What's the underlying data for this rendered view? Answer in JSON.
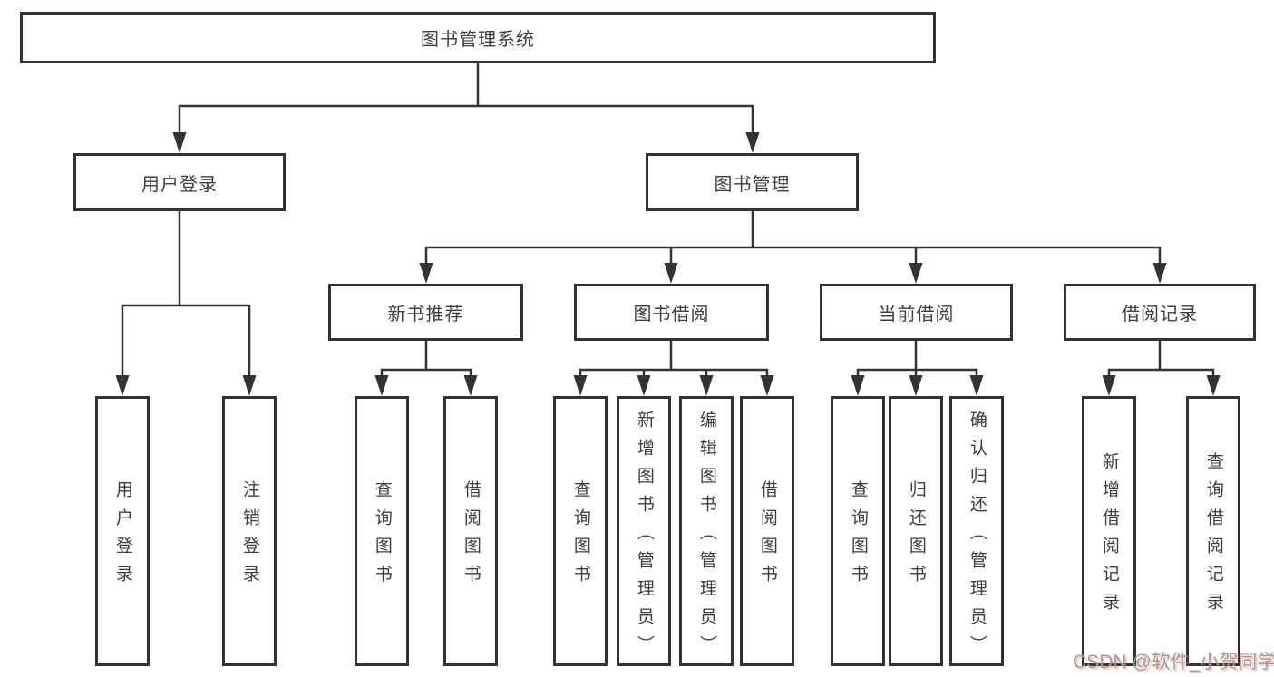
{
  "diagram_type": "hierarchy-tree",
  "tree": {
    "root": {
      "label": "图书管理系统",
      "children": [
        {
          "label": "用户登录",
          "children": [
            {
              "label": "用户登录"
            },
            {
              "label": "注销登录"
            }
          ]
        },
        {
          "label": "图书管理",
          "children": [
            {
              "label": "新书推荐",
              "children": [
                {
                  "label": "查询图书"
                },
                {
                  "label": "借阅图书"
                }
              ]
            },
            {
              "label": "图书借阅",
              "children": [
                {
                  "label": "查询图书"
                },
                {
                  "label": "新增图书（管理员）"
                },
                {
                  "label": "编辑图书（管理员）"
                },
                {
                  "label": "借阅图书"
                }
              ]
            },
            {
              "label": "当前借阅",
              "children": [
                {
                  "label": "查询图书"
                },
                {
                  "label": "归还图书"
                },
                {
                  "label": "确认归还（管理员）"
                }
              ]
            },
            {
              "label": "借阅记录",
              "children": [
                {
                  "label": "新增借阅记录"
                },
                {
                  "label": "查询借阅记录"
                }
              ]
            }
          ]
        }
      ]
    }
  },
  "watermark": {
    "text": "CSDN @软件_小贺同学"
  },
  "colors": {
    "line": "#333333",
    "text": "#3d3d3d",
    "bg": "#ffffff",
    "watermark": "#9e9e9e",
    "watermark_accent": "#fc5531"
  }
}
